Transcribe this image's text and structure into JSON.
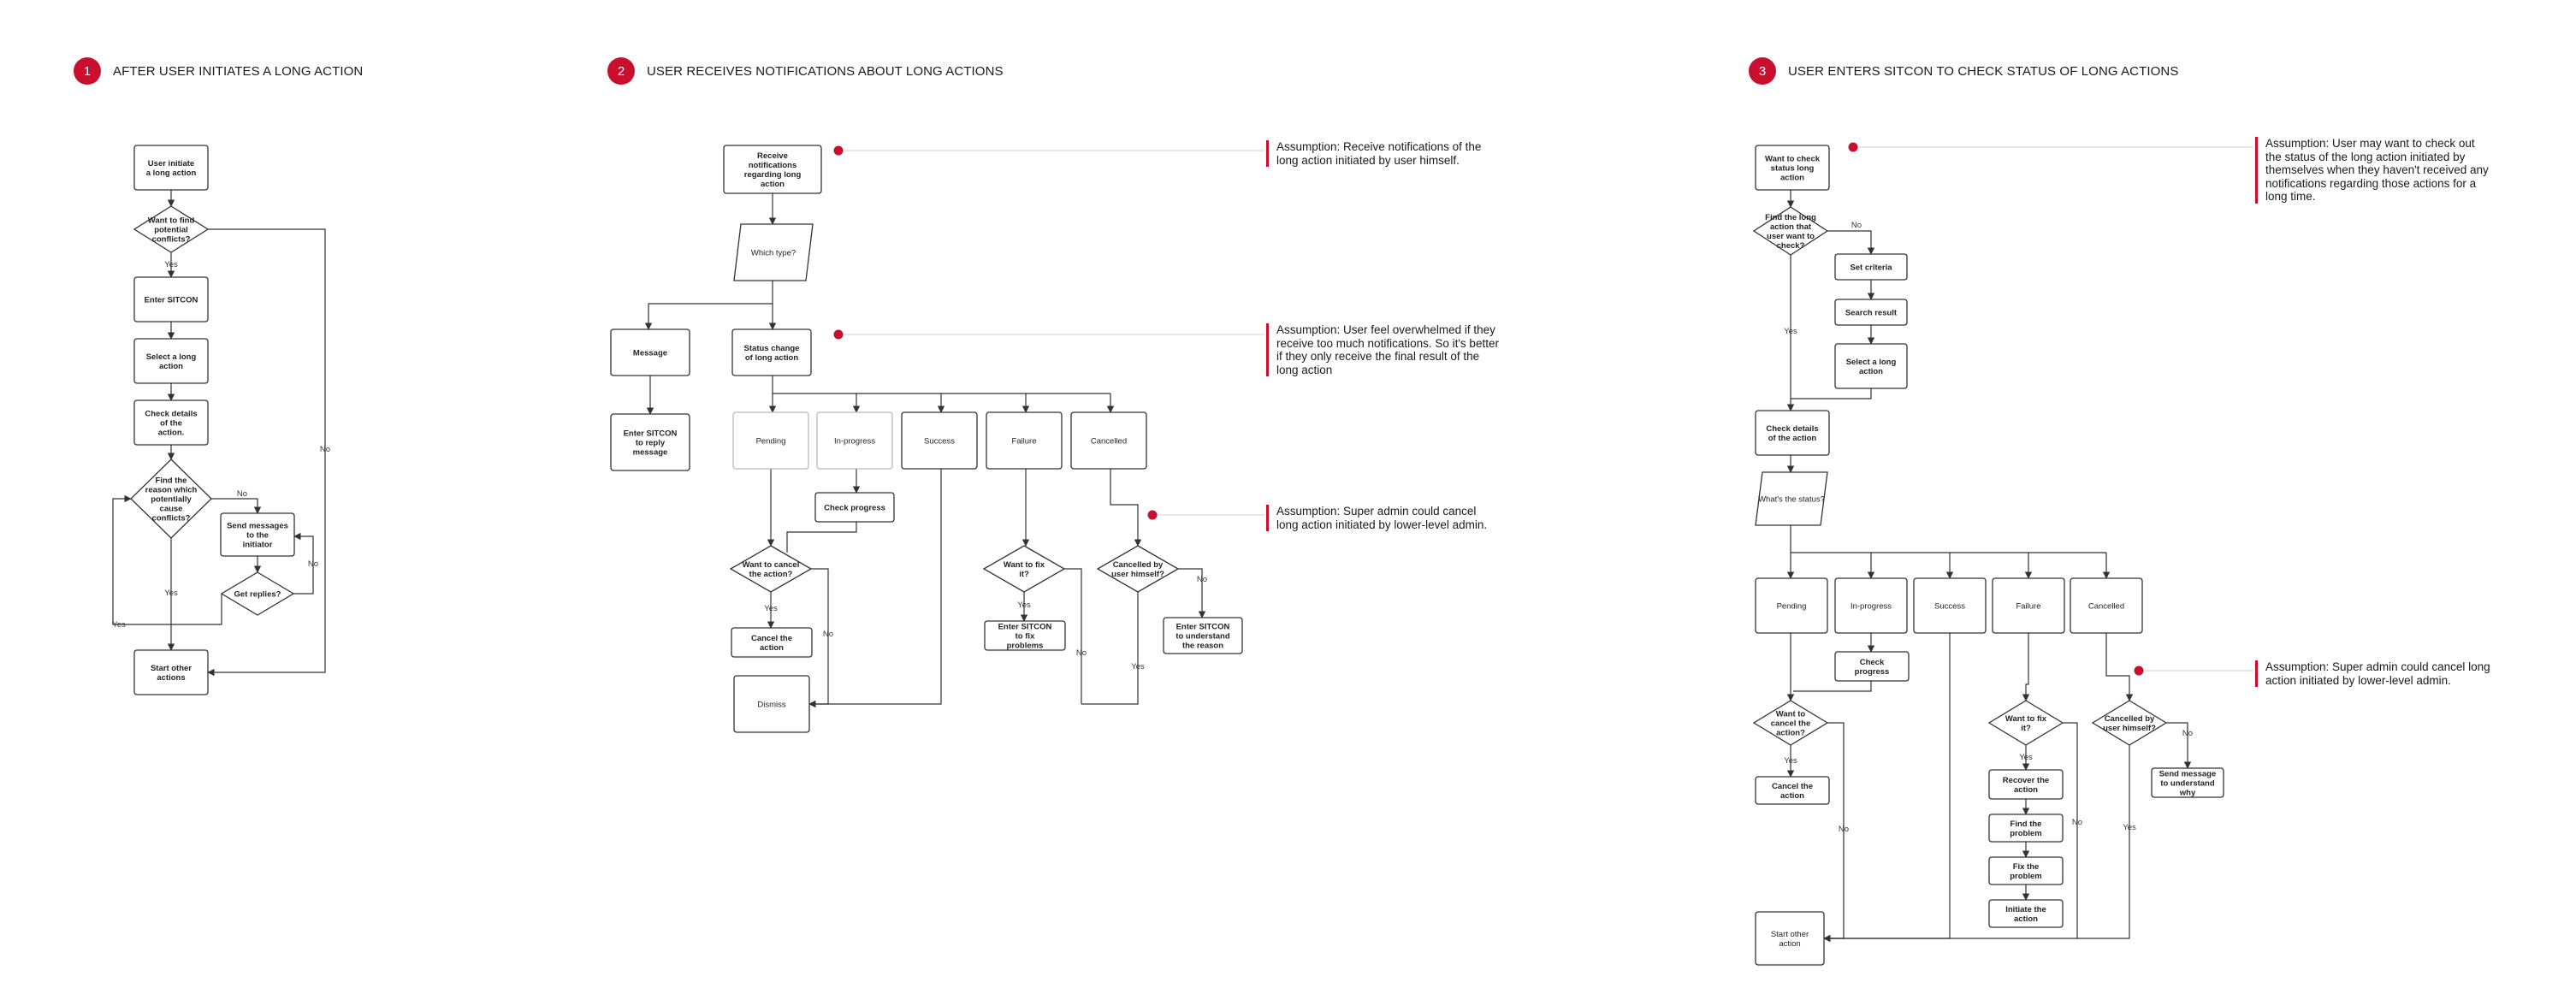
{
  "sections": [
    {
      "number": "1",
      "title": "AFTER USER INITIATES A LONG ACTION"
    },
    {
      "number": "2",
      "title": "USER RECEIVES NOTIFICATIONS ABOUT LONG ACTIONS"
    },
    {
      "number": "3",
      "title": "USER ENTERS SITCON TO CHECK STATUS OF LONG ACTIONS"
    }
  ],
  "assumptions": [
    "Assumption: Receive notifications of the long action initiated by user himself.",
    "Assumption: User feel overwhelmed if they receive too much notifications. So it's better if they only receive the final result of the long action",
    "Assumption: Super admin could cancel long action initiated by lower-level admin.",
    "Assumption: User may want to check out the status of the long action initiated by themselves when they haven't received any notifications regarding those actions for a long time.",
    "Assumption: Super admin could cancel long action initiated by lower-level admin."
  ],
  "colors": {
    "accent": "#c8102e",
    "stroke": "#333333",
    "connector": "#cccccc"
  },
  "flow1": {
    "user_initiate": "User initiate a long action",
    "want_find_conflicts": "Want to find potential conflicts?",
    "enter_sitcon": "Enter SITCON",
    "select_long_action": "Select a long action",
    "check_details": "Check details of the action.",
    "find_reason": "Find the reason which potentially cause conflicts?",
    "send_messages": "Send messages to the initiator",
    "get_replies": "Get replies?",
    "start_other": "Start other actions",
    "label_yes": "Yes",
    "label_no": "No"
  },
  "flow2": {
    "receive_notifications": "Receive notifications regarding long action",
    "which_type": "Which type?",
    "message": "Message",
    "enter_sitcon_reply": "Enter SITCON to reply message",
    "status_change": "Status change of long action",
    "pending": "Pending",
    "in_progress": "In-progress",
    "success": "Success",
    "failure": "Failure",
    "cancelled": "Cancelled",
    "check_progress": "Check progress",
    "want_cancel": "Want to cancel the action?",
    "cancel_action": "Cancel the action",
    "dismiss": "Dismiss",
    "want_fix": "Want to fix it?",
    "enter_sitcon_fix": "Enter SITCON to fix problems",
    "cancelled_by_user": "Cancelled by user himself?",
    "enter_sitcon_understand": "Enter SITCON to understand the reason",
    "label_yes": "Yes",
    "label_no": "No"
  },
  "flow3": {
    "want_check_status": "Want to check status long action",
    "find_long_action": "Find the long action that user want to check?",
    "set_criteria": "Set criteria",
    "search_result": "Search result",
    "select_long_action": "Select a long action",
    "check_details": "Check details of the action",
    "whats_status": "What's the status?",
    "pending": "Pending",
    "in_progress": "In-progress",
    "success": "Success",
    "failure": "Failure",
    "cancelled": "Cancelled",
    "check_progress": "Check progress",
    "want_cancel": "Want to cancel the action?",
    "cancel_action": "Cancel the action",
    "want_fix": "Want to fix it?",
    "recover_action": "Recover the action",
    "find_problem": "Find the problem",
    "fix_problem": "Fix the problem",
    "initiate_action": "Initiate the action",
    "cancelled_by_user": "Cancelled by user himself?",
    "send_message_why": "Send message to understand why",
    "start_other_action": "Start other action",
    "label_yes": "Yes",
    "label_no": "No"
  }
}
